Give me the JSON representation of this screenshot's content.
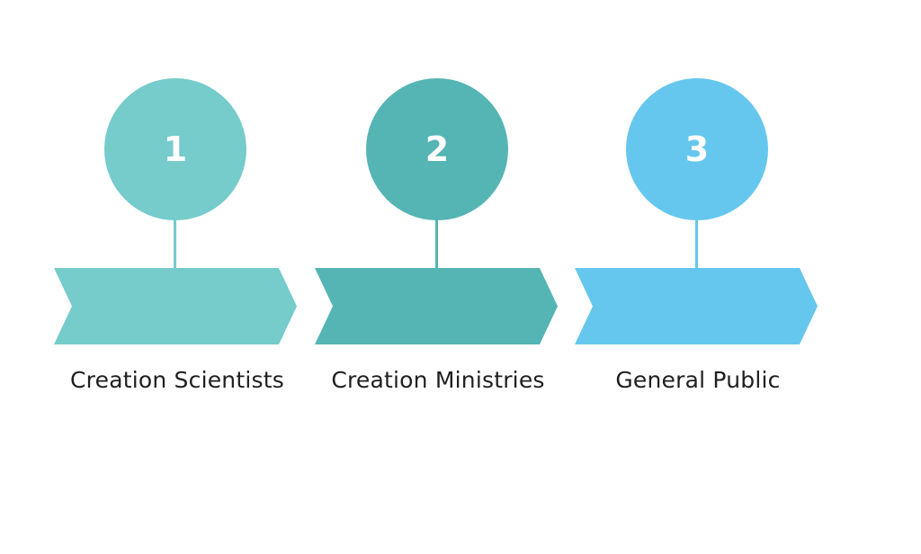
{
  "steps": [
    {
      "number": "1",
      "label": "Creation Scientists",
      "color": "#76CBCB"
    },
    {
      "number": "2",
      "label": "Creation Ministries",
      "color": "#55B4B4"
    },
    {
      "number": "3",
      "label": "General Public",
      "color": "#66C7EE"
    }
  ]
}
